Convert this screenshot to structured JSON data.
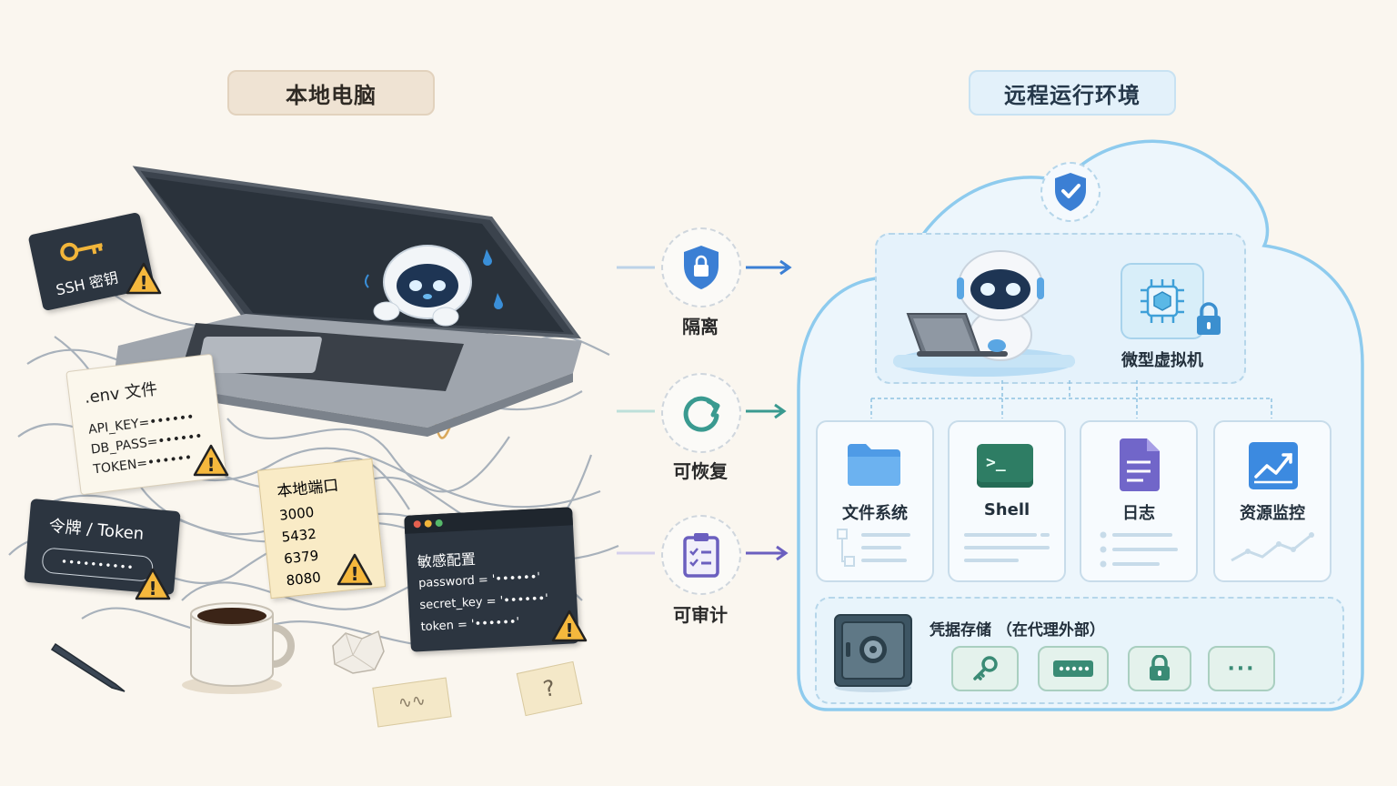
{
  "titles": {
    "local": "本地电脑",
    "remote": "远程运行环境"
  },
  "local": {
    "ssh": {
      "label": "SSH 密钥"
    },
    "env": {
      "title": ".env 文件",
      "lines": [
        "API_KEY=••••••",
        "DB_PASS=••••••",
        "TOKEN=••••••"
      ]
    },
    "token": {
      "title": "令牌 / Token",
      "mask": "••••••••••"
    },
    "ports": {
      "title": "本地端口",
      "values": [
        "3000",
        "5432",
        "6379",
        "8080"
      ]
    },
    "sensitive": {
      "title": "敏感配置",
      "lines": [
        "password = '••••••'",
        "secret_key = '••••••'",
        "token = '••••••'"
      ]
    },
    "question_mark": "?",
    "scribble": "∿∿"
  },
  "middle": [
    {
      "label": "隔离",
      "icon": "shield-lock-icon",
      "color": "#3b7fd4"
    },
    {
      "label": "可恢复",
      "icon": "refresh-icon",
      "color": "#3a9a90"
    },
    {
      "label": "可审计",
      "icon": "clipboard-check-icon",
      "color": "#6b5fbf"
    }
  ],
  "remote": {
    "vm_label": "微型虚拟机",
    "services": [
      {
        "label": "文件系统",
        "icon": "folder-icon"
      },
      {
        "label": "Shell",
        "icon": "terminal-icon"
      },
      {
        "label": "日志",
        "icon": "document-icon"
      },
      {
        "label": "资源监控",
        "icon": "chart-icon"
      }
    ],
    "terminal_prompt": ">_",
    "credentials": {
      "label": "凭据存储 （在代理外部）",
      "more": "···"
    }
  },
  "colors": {
    "accent_blue": "#3b7fd4",
    "warning": "#f2b53a",
    "cloud_border": "#8ecbee"
  }
}
